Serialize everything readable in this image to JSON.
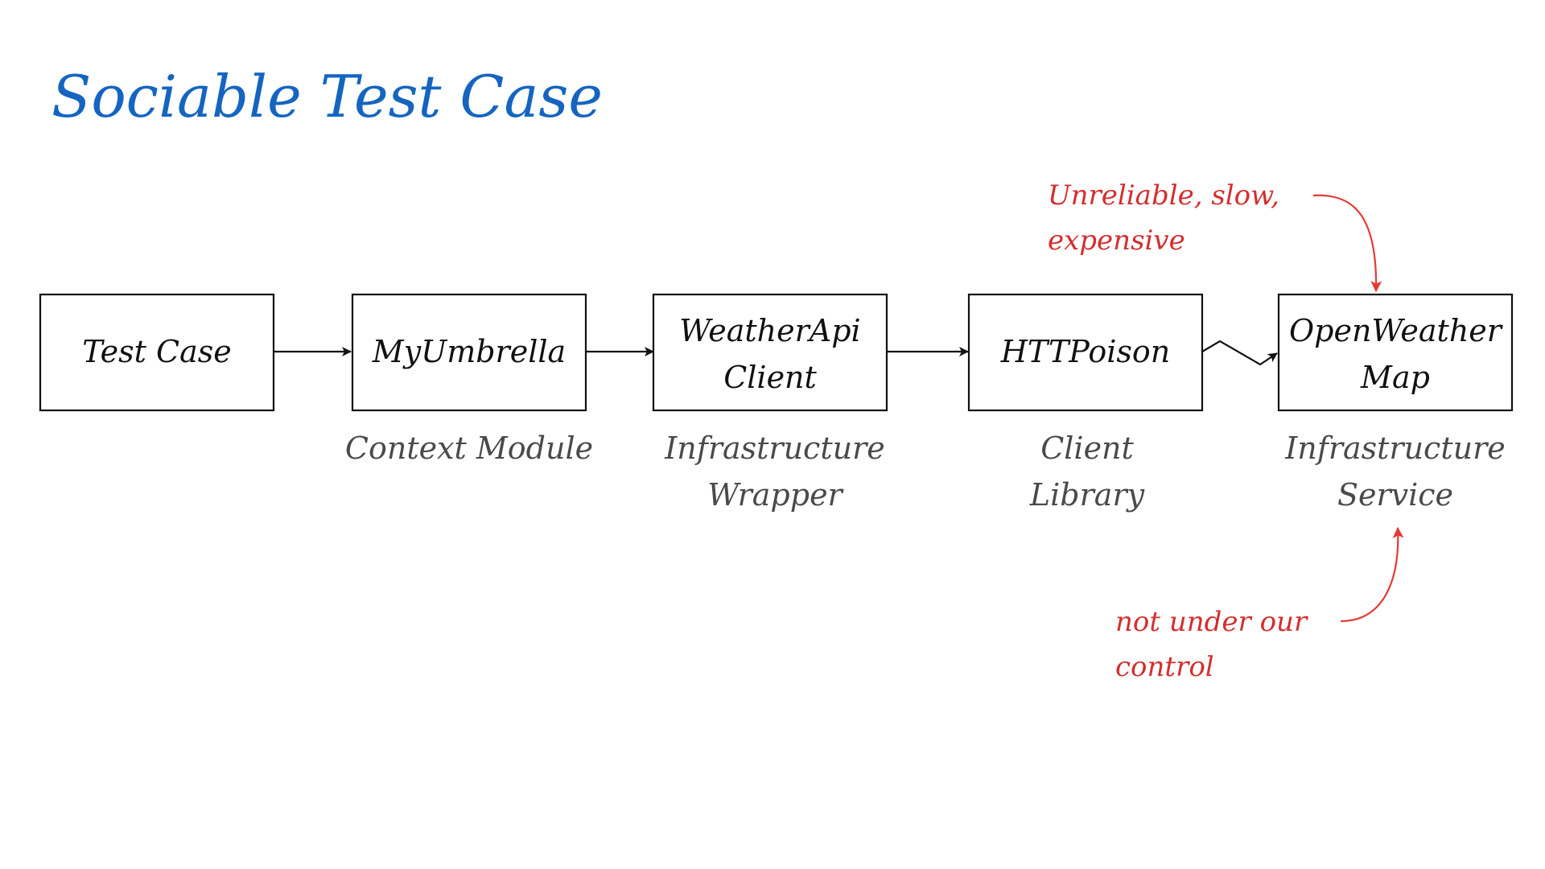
{
  "title": "Sociable Test Case",
  "colors": {
    "title": "#1565c0",
    "box_stroke": "#111111",
    "caption": "#4a4a4a",
    "note": "#d32f2f",
    "note_arrow": "#e53935"
  },
  "nodes": [
    {
      "id": "test-case",
      "lines": [
        "Test Case"
      ],
      "caption": []
    },
    {
      "id": "my-umbrella",
      "lines": [
        "MyUmbrella"
      ],
      "caption": [
        "Context Module"
      ]
    },
    {
      "id": "weather-api-client",
      "lines": [
        "WeatherApi",
        "Client"
      ],
      "caption": [
        "Infrastructure",
        "Wrapper"
      ]
    },
    {
      "id": "httpoison",
      "lines": [
        "HTTPoison"
      ],
      "caption": [
        "Client",
        "Library"
      ]
    },
    {
      "id": "open-weather-map",
      "lines": [
        "OpenWeather",
        "Map"
      ],
      "caption": [
        "Infrastructure",
        "Service"
      ]
    }
  ],
  "edges": [
    {
      "from": "test-case",
      "to": "my-umbrella",
      "style": "straight"
    },
    {
      "from": "my-umbrella",
      "to": "weather-api-client",
      "style": "straight"
    },
    {
      "from": "weather-api-client",
      "to": "httpoison",
      "style": "straight"
    },
    {
      "from": "httpoison",
      "to": "open-weather-map",
      "style": "lightning"
    }
  ],
  "notes": {
    "top": [
      "Unreliable, slow,",
      "expensive"
    ],
    "bottom": [
      "not under our",
      "control"
    ]
  }
}
